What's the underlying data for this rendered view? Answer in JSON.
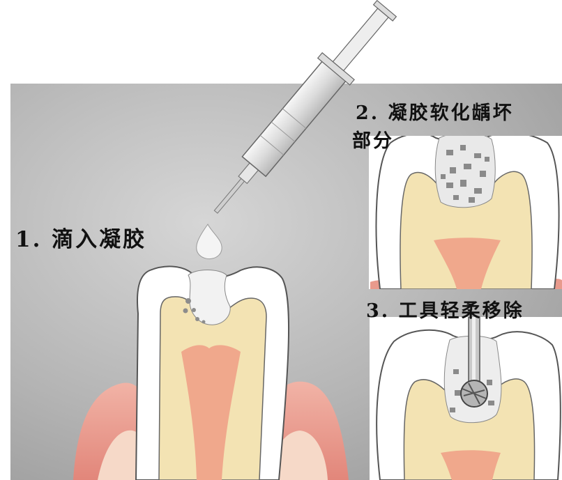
{
  "steps": [
    {
      "label": "1. 滴入凝胶"
    },
    {
      "label_line1": "2. 凝胶软化龋坏",
      "label_line2": "部分"
    },
    {
      "label": "3. 工具轻柔移除"
    }
  ],
  "colors": {
    "background_gray": "#a9a9a9",
    "enamel": "#ffffff",
    "dentin": "#f3e3b3",
    "pulp": "#f0a88c",
    "gum": "#e89a8c",
    "gel": "#f2f2f2",
    "decay": "#9a9a9a"
  },
  "icons": [
    "syringe-icon",
    "gel-drop-icon",
    "dental-drill-icon"
  ]
}
